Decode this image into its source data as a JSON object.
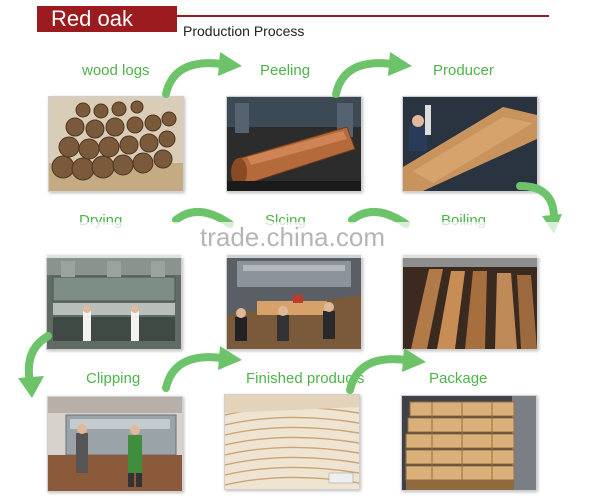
{
  "header": {
    "brand": "Red oak",
    "subtitle": "Production Process",
    "brand_color": "#9b1b1e"
  },
  "steps": [
    {
      "label": "wood logs"
    },
    {
      "label": "Peeling"
    },
    {
      "label": "Producer"
    },
    {
      "label": "Drying"
    },
    {
      "label": "Slcing"
    },
    {
      "label": "Boiling"
    },
    {
      "label": "Clipping"
    },
    {
      "label": "Finished products"
    },
    {
      "label": "Package"
    }
  ],
  "accent_color": "#4db34a",
  "watermark": "trade.china.com",
  "icons": [
    "curved-arrow-icon"
  ]
}
